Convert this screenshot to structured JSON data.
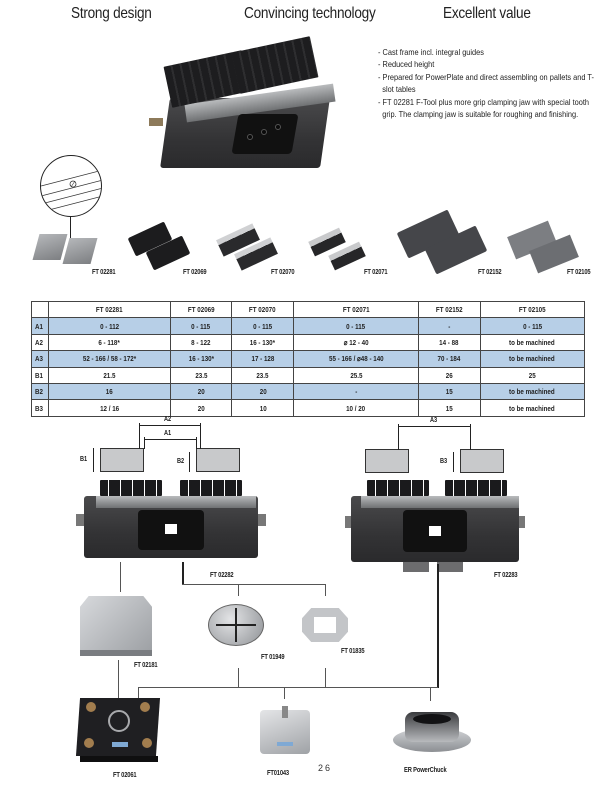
{
  "headings": [
    "Strong design",
    "Convincing technology",
    "Excellent value"
  ],
  "features": [
    "Cast frame incl. integral guides",
    "Reduced height",
    "Prepared for PowerPlate and direct assembling on pallets and T-slot tables",
    "FT 02281 F-Tool plus more grip clamping jaw with special tooth grip. The clamping jaw is suitable for roughing and finishing."
  ],
  "jaw_captions": [
    "FT 02281",
    "FT 02069",
    "FT 02070",
    "FT 02071",
    "FT 02152",
    "FT 02105"
  ],
  "spec_table": {
    "columns": [
      "FT 02281",
      "FT 02069",
      "FT 02070",
      "FT 02071",
      "FT 02152",
      "FT 02105"
    ],
    "rows": [
      {
        "label": "A1",
        "values": [
          "0 - 112",
          "0 - 115",
          "0 - 115",
          "0 - 115",
          "-",
          "0 - 115"
        ]
      },
      {
        "label": "A2",
        "values": [
          "6 - 118*",
          "8 - 122",
          "16 - 130*",
          "⌀ 12 - 40",
          "14 - 88",
          "to be machined"
        ]
      },
      {
        "label": "A3",
        "values": [
          "52 - 166 / 58 - 172*",
          "16 - 130*",
          "17 - 128",
          "55 - 166 / ⌀48 - 140",
          "70 - 184",
          "to be machined"
        ]
      },
      {
        "label": "B1",
        "values": [
          "21.5",
          "23.5",
          "23.5",
          "25.5",
          "26",
          "25"
        ]
      },
      {
        "label": "B2",
        "values": [
          "16",
          "20",
          "20",
          "-",
          "15",
          "to be machined"
        ]
      },
      {
        "label": "B3",
        "values": [
          "12 / 16",
          "20",
          "10",
          "10 / 20",
          "15",
          "to be machined"
        ]
      }
    ]
  },
  "dimension_labels": {
    "a1": "A1",
    "a2": "A2",
    "a3": "A3",
    "b1": "B1",
    "b2": "B2",
    "b3": "B3"
  },
  "vise_captions": {
    "left": "FT 02282",
    "right": "FT 02283"
  },
  "accessory_captions": {
    "plate": "FT 02181",
    "round_plate": "FT 01949",
    "adapter_frame": "FT 01835",
    "powerplate": "FT 02061",
    "chuck": "FT01043",
    "er_chuck": "ER PowerChuck"
  },
  "page_number": "26",
  "colors": {
    "table_highlight": "#b7cfe7",
    "vise_body": "#333335",
    "text": "#222222"
  }
}
